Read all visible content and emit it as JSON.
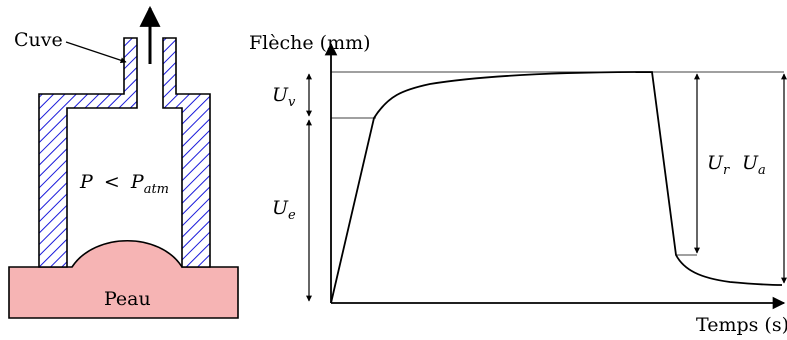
{
  "left": {
    "cuve_label": "Cuve",
    "pressure": {
      "P": "P",
      "op": "<",
      "Patm": "P",
      "sub": "atm"
    },
    "peau_label": "Peau",
    "colors": {
      "skin_fill": "#f6b4b4",
      "hatch": "#1a1adb",
      "stroke": "#000000"
    }
  },
  "right": {
    "y_axis_label": "Flèche (mm)",
    "x_axis_label": "Temps (s)",
    "annotations": {
      "Uv": {
        "main": "U",
        "sub": "v"
      },
      "Ue": {
        "main": "U",
        "sub": "e"
      },
      "Ur": {
        "main": "U",
        "sub": "r"
      },
      "Ua": {
        "main": "U",
        "sub": "a"
      }
    }
  }
}
